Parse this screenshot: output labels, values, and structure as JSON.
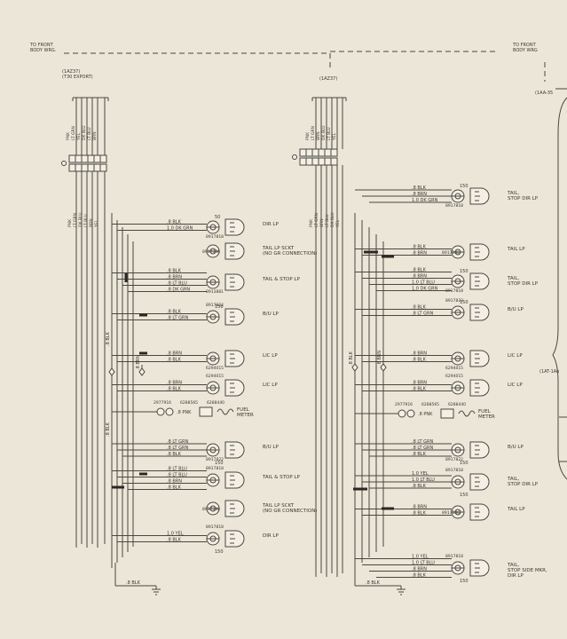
{
  "left_section": {
    "front_label": [
      "TO FRONT",
      "BODY WRG."
    ],
    "harness_label": [
      "(1AZ37)",
      "(T30 EXPORT)"
    ],
    "header_wires": [
      "PNK",
      "LT GRN",
      "YEL",
      "DK BLU",
      "LT BLU",
      "BRN"
    ],
    "connector_wires": [
      "PNK",
      "LT GRN",
      "DK BLU",
      "LT BLU",
      "BRN",
      "YEL"
    ],
    "vertical_labels": [
      ".8 BLK",
      ".8 BRN",
      ".8 BLK"
    ],
    "ground_label": ".8 BLK",
    "components": [
      {
        "wires": [
          ".8 BLK",
          "1.0 DK GRN"
        ],
        "pin_top": "50",
        "pin_bot": "",
        "part": "8917818",
        "label": "DIR LP"
      },
      {
        "wires": [],
        "pin_top": "",
        "pin_bot": "",
        "part": "8917346",
        "label": "TAIL LP SCKT (NO GR CONNECTION)"
      },
      {
        "wires": [
          ".8 BLK",
          ".8 BRN",
          ".8 LT BLU",
          ".8 DK GRN"
        ],
        "pin_top": "",
        "pin_bot": "",
        "part": "8913881",
        "label": "TAIL & STOP LP"
      },
      {
        "wires": [
          ".8 BLK",
          ".8 LT GRN"
        ],
        "pin_top": "150",
        "pin_bot": "",
        "part": "8917822",
        "label": "B/U LP"
      },
      {
        "wires": [
          ".8 BRN",
          ".8 BLK"
        ],
        "pin_top": "",
        "pin_bot": "",
        "part": "6294015",
        "label": "LIC LP"
      },
      {
        "wires": [
          ".8 BRN",
          ".8 BLK"
        ],
        "pin_top": "",
        "pin_bot": "",
        "part": "6294015",
        "label": "LIC LP"
      },
      {
        "wires": [
          ".8 LT GRN",
          ".8 LT GRN",
          ".8 BLK"
        ],
        "pin_top": "",
        "pin_bot": "150",
        "part": "8917822",
        "label": "B/U LP"
      },
      {
        "wires": [
          ".8 LT BLU",
          ".8 LT BLU",
          ".8 BRN",
          ".8 BLK"
        ],
        "pin_top": "",
        "pin_bot": "",
        "part": "8917818",
        "label": "TAIL & STOP LP"
      },
      {
        "wires": [],
        "pin_top": "",
        "pin_bot": "",
        "part": "8917346",
        "label": "TAIL LP SCKT (NO GR CONNECTION)"
      },
      {
        "wires": [
          "1.0 YEL",
          ".8 BLK"
        ],
        "pin_top": "",
        "pin_bot": "150",
        "part": "8917818",
        "label": "DIR LP"
      }
    ],
    "fuel": {
      "parts": [
        "2977916",
        "6288565",
        "6288440"
      ],
      "wire": ".8 PNK",
      "label": "FUEL METER"
    }
  },
  "right_section": {
    "front_label": [
      "TO FRONT",
      "BODY WRG"
    ],
    "harness_label": "(1AZ37)",
    "side_harness_1": "(1AA-35",
    "side_harness_2": "(1AT-1Ab",
    "header_wires": [
      "PNK",
      "LT GRN",
      "BRN",
      "DK BLU",
      "LT BLU",
      "YEL"
    ],
    "connector_wires": [
      "PNK",
      "LT GRN",
      "BRN",
      "LT BLU",
      "DK BLU",
      "YEL"
    ],
    "vertical_labels": [
      ".8 BLK",
      ".8 BRN"
    ],
    "ground_label": ".8 BLK",
    "components": [
      {
        "wires": [
          ".8 BLK",
          ".8 BRN",
          "1.0 DK GRN"
        ],
        "pin_top": "150",
        "pin_bot": "",
        "part": "8917818",
        "label": "TAIL, STOP DIR LP"
      },
      {
        "wires": [
          ".8 BLK",
          ".8 BRN"
        ],
        "pin_top": "",
        "pin_bot": "",
        "part": "8917346",
        "label": "TAIL LP"
      },
      {
        "wires": [
          ".8 BLK",
          ".8 BRN",
          "1.0 LT BLU",
          "1.0 DK GRN"
        ],
        "pin_top": "150",
        "pin_bot": "",
        "part": "8917818",
        "label": "TAIL, STOP DIR LP"
      },
      {
        "wires": [
          ".8 BLK",
          ".8 LT GRN"
        ],
        "pin_top": "150",
        "pin_bot": "",
        "part": "8917822",
        "label": "B/U LP"
      },
      {
        "wires": [
          ".8 BRN",
          ".8 BLK"
        ],
        "pin_top": "",
        "pin_bot": "",
        "part": "6294015",
        "label": "LIC LP"
      },
      {
        "wires": [
          ".8 BRN",
          ".8 BLK"
        ],
        "pin_top": "",
        "pin_bot": "",
        "part": "6294015",
        "label": "LIC LP"
      },
      {
        "wires": [
          ".8 LT GRN",
          ".8 LT GRN",
          ".8 BLK"
        ],
        "pin_top": "",
        "pin_bot": "150",
        "part": "8917822",
        "label": "B/U LP"
      },
      {
        "wires": [
          "1.0 YEL",
          "1.0 LT BLU",
          ".8 BLK"
        ],
        "pin_top": "",
        "pin_bot": "150",
        "part": "8917818",
        "label": "TAIL, STOP DIR LP"
      },
      {
        "wires": [
          ".8 BRN",
          ".8 BLK"
        ],
        "pin_top": "",
        "pin_bot": "",
        "part": "8917346",
        "label": "TAIL LP"
      },
      {
        "wires": [
          "1.0 YEL",
          "1.0 LT BLU",
          ".8 BRN",
          ".8 BLK"
        ],
        "pin_top": "",
        "pin_bot": "150",
        "part": "8917818",
        "label": "TAIL, STOP SIDE MKR, DIR LP"
      }
    ],
    "fuel": {
      "parts": [
        "2977916",
        "6288565",
        "6288440"
      ],
      "wire": ".8 PNK",
      "label": "FUEL METER"
    }
  }
}
